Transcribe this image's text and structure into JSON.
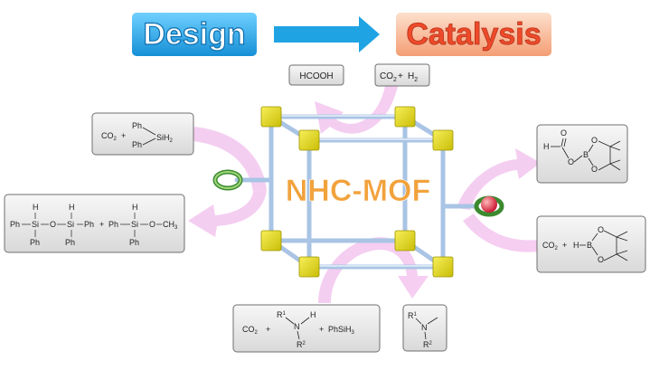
{
  "banner": {
    "left": "Design",
    "right": "Catalysis"
  },
  "center": {
    "label": "NHC-MOF"
  },
  "boxes": {
    "hcooh": {
      "text": "HCOOH"
    },
    "co2_h2": {
      "co2": "CO",
      "sub2": "2",
      "plus": "+",
      "h": "H",
      "hsub": "2"
    },
    "silane": {
      "co2": "CO",
      "sub2": "2",
      "plus": "+",
      "ph_top": "Ph",
      "ph_bottom": "Ph",
      "si": "SiH",
      "sih_sub": "2"
    },
    "siloxane": {
      "h1": "H",
      "h2": "H",
      "h3": "H",
      "ph": "Ph",
      "si": "Si",
      "o": "O",
      "plus": "+",
      "ch": "CH",
      "ch_sub": "3"
    },
    "formate": {
      "h": "H",
      "o1": "O",
      "o2": "O",
      "b": "B",
      "o3": "O",
      "o4": "O"
    },
    "borane": {
      "co2": "CO",
      "sub2": "2",
      "plus": "+",
      "h": "H",
      "b": "B",
      "o1": "O",
      "o2": "O"
    },
    "amine_reactants": {
      "co2": "CO",
      "sub2": "2",
      "plus": "+",
      "r": "R",
      "r1": "1",
      "n": "N",
      "h": "H",
      "r2": "2",
      "phsih": "PhSiH",
      "phsih_sub": "3"
    },
    "amine_product": {
      "r": "R",
      "r1": "1",
      "n": "N",
      "r2": "2"
    }
  },
  "colors": {
    "design_blue": "#29a9e8",
    "catalysis_orange": "#f8b38f",
    "arrow_blue": "#1fa3e3",
    "cube_yellow": "#e7dc1c",
    "frame_blue": "#a9c4e4",
    "pink_arrow": "#f2c9ee",
    "mof_orange": "#f2a23c",
    "box_fill": "#e6e6e6"
  }
}
